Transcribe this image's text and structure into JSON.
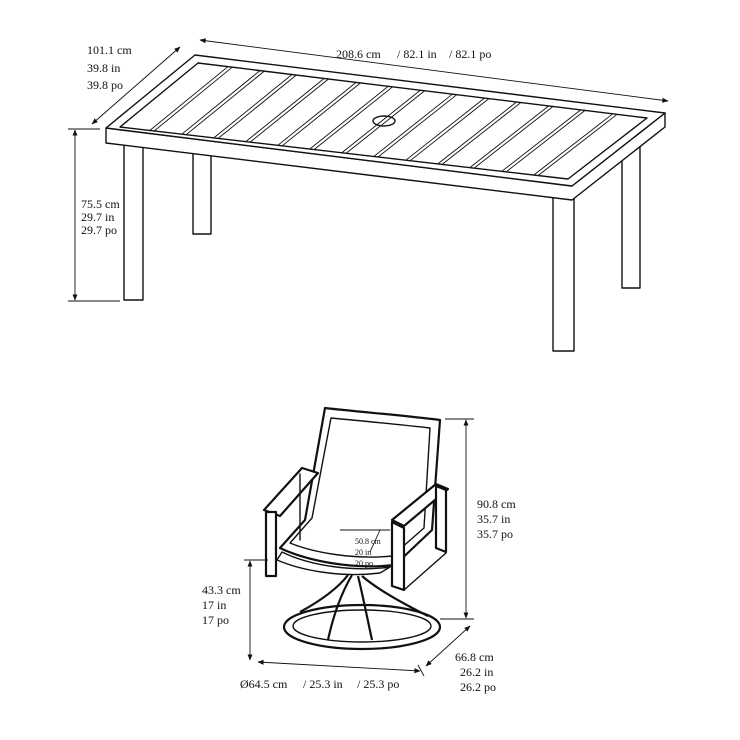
{
  "table": {
    "length": {
      "cm": "208.6  cm",
      "in": "/ 82.1 in",
      "po": "/ 82.1 po"
    },
    "depth": {
      "cm": "101.1 cm",
      "in": "39.8 in",
      "po": "39.8 po"
    },
    "height": {
      "cm": "75.5 cm",
      "in": "29.7 in",
      "po": "29.7 po"
    }
  },
  "chair": {
    "height": {
      "cm": "90.8 cm",
      "in": "35.7 in",
      "po": "35.7 po"
    },
    "seat_width": {
      "cm": "50.8 cm",
      "in": "20 in",
      "po": "20 po"
    },
    "seat_height": {
      "cm": "43.3 cm",
      "in": "17 in",
      "po": "17 po"
    },
    "depth": {
      "cm": "66.8 cm",
      "in": "26.2 in",
      "po": "26.2 po"
    },
    "base_diameter": {
      "cm": "Ø64.5 cm",
      "in": "/ 25.3 in",
      "po": "/ 25.3 po"
    }
  }
}
